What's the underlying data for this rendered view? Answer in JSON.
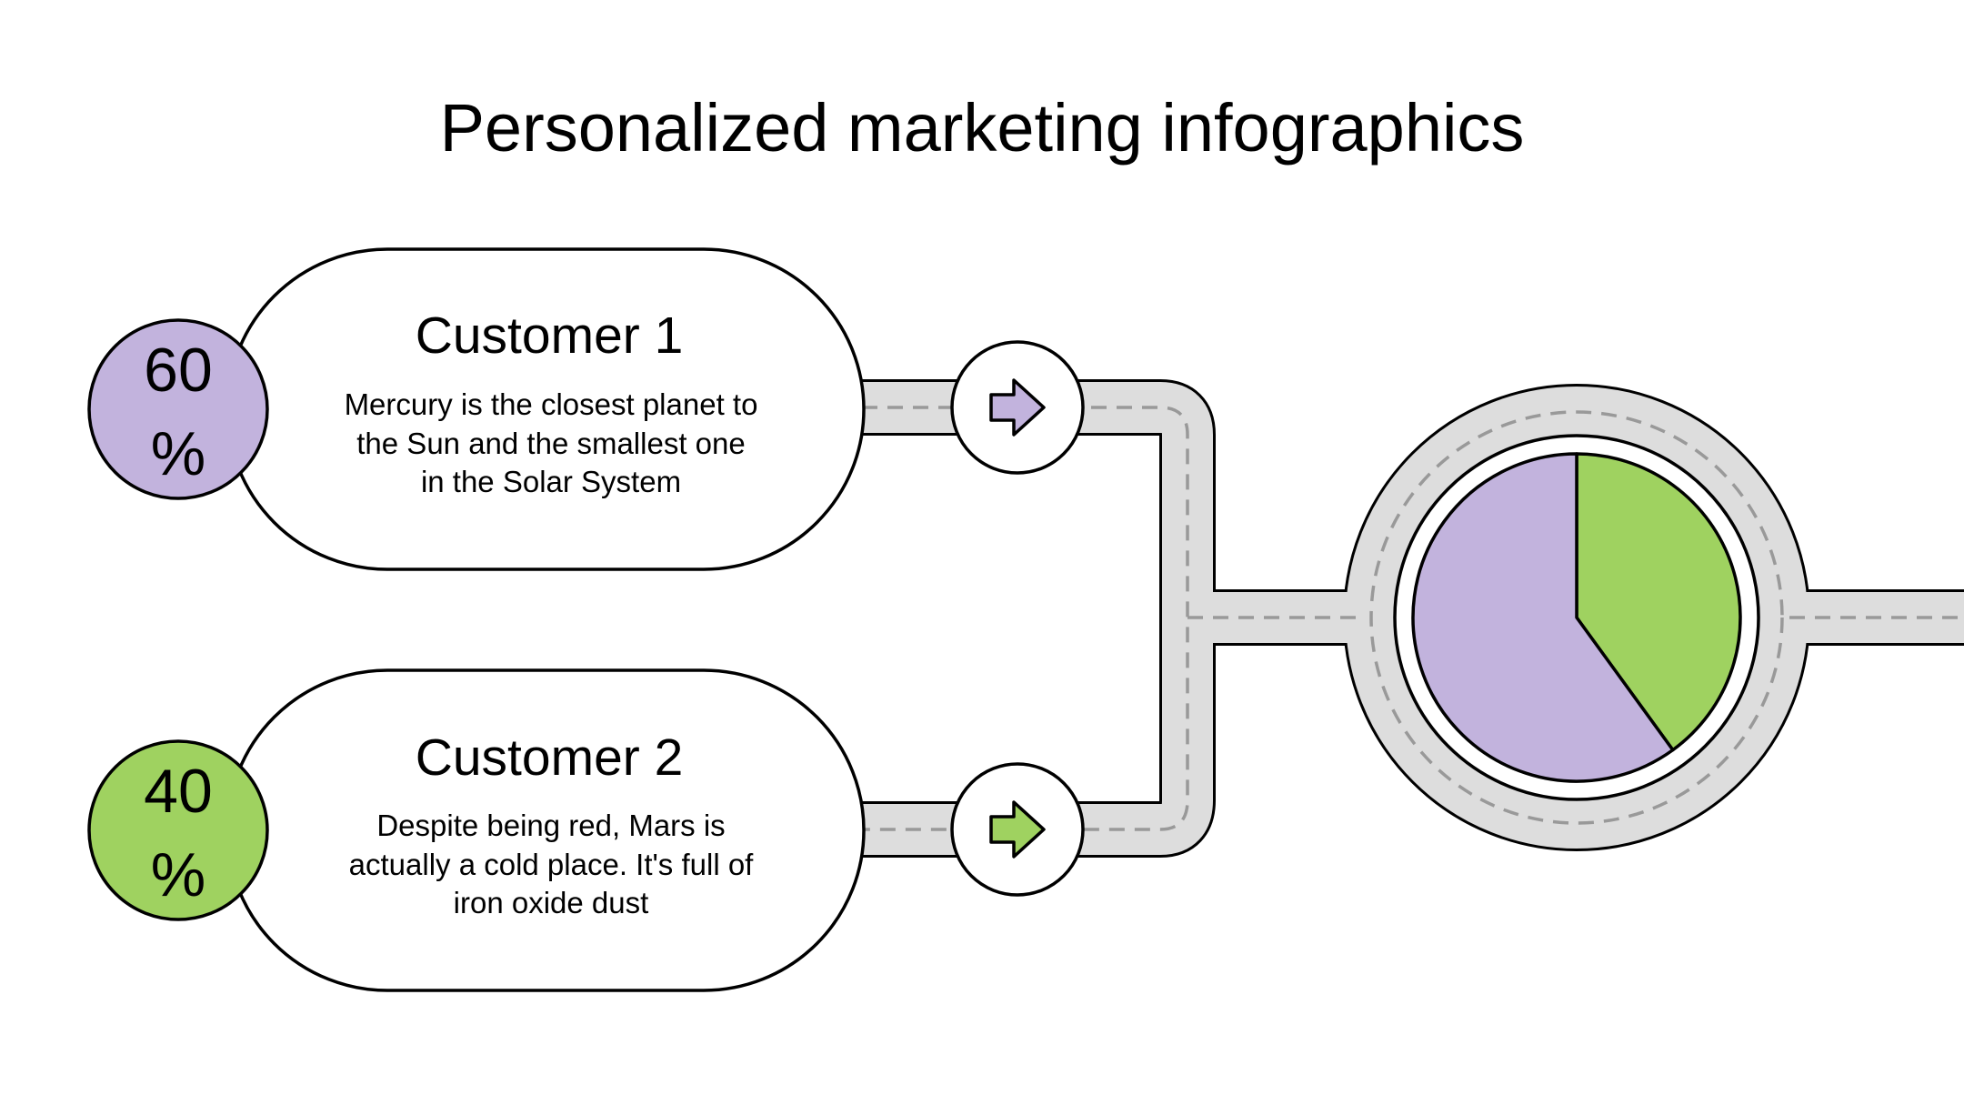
{
  "title": "Personalized marketing infographics",
  "customers": [
    {
      "name": "Customer 1",
      "percent": "60",
      "percent_sign": "%",
      "description": [
        "Mercury is the closest planet to",
        "the Sun and the smallest one",
        "in the Solar System"
      ],
      "color": "#c2b3dd"
    },
    {
      "name": "Customer 2",
      "percent": "40",
      "percent_sign": "%",
      "description": [
        "Despite being red, Mars is",
        "actually a cold place. It's full of",
        "iron oxide dust"
      ],
      "color": "#9fd260"
    }
  ],
  "colors": {
    "purple": "#c2b3dd",
    "green": "#9fd260",
    "road": "#dddddd",
    "road_dash": "#999999",
    "outline": "#000000"
  },
  "icons": [
    "arrow-right-icon"
  ],
  "chart_data": {
    "type": "pie",
    "categories": [
      "Customer 1",
      "Customer 2"
    ],
    "values": [
      60,
      40
    ],
    "colors": [
      "#c2b3dd",
      "#9fd260"
    ]
  }
}
